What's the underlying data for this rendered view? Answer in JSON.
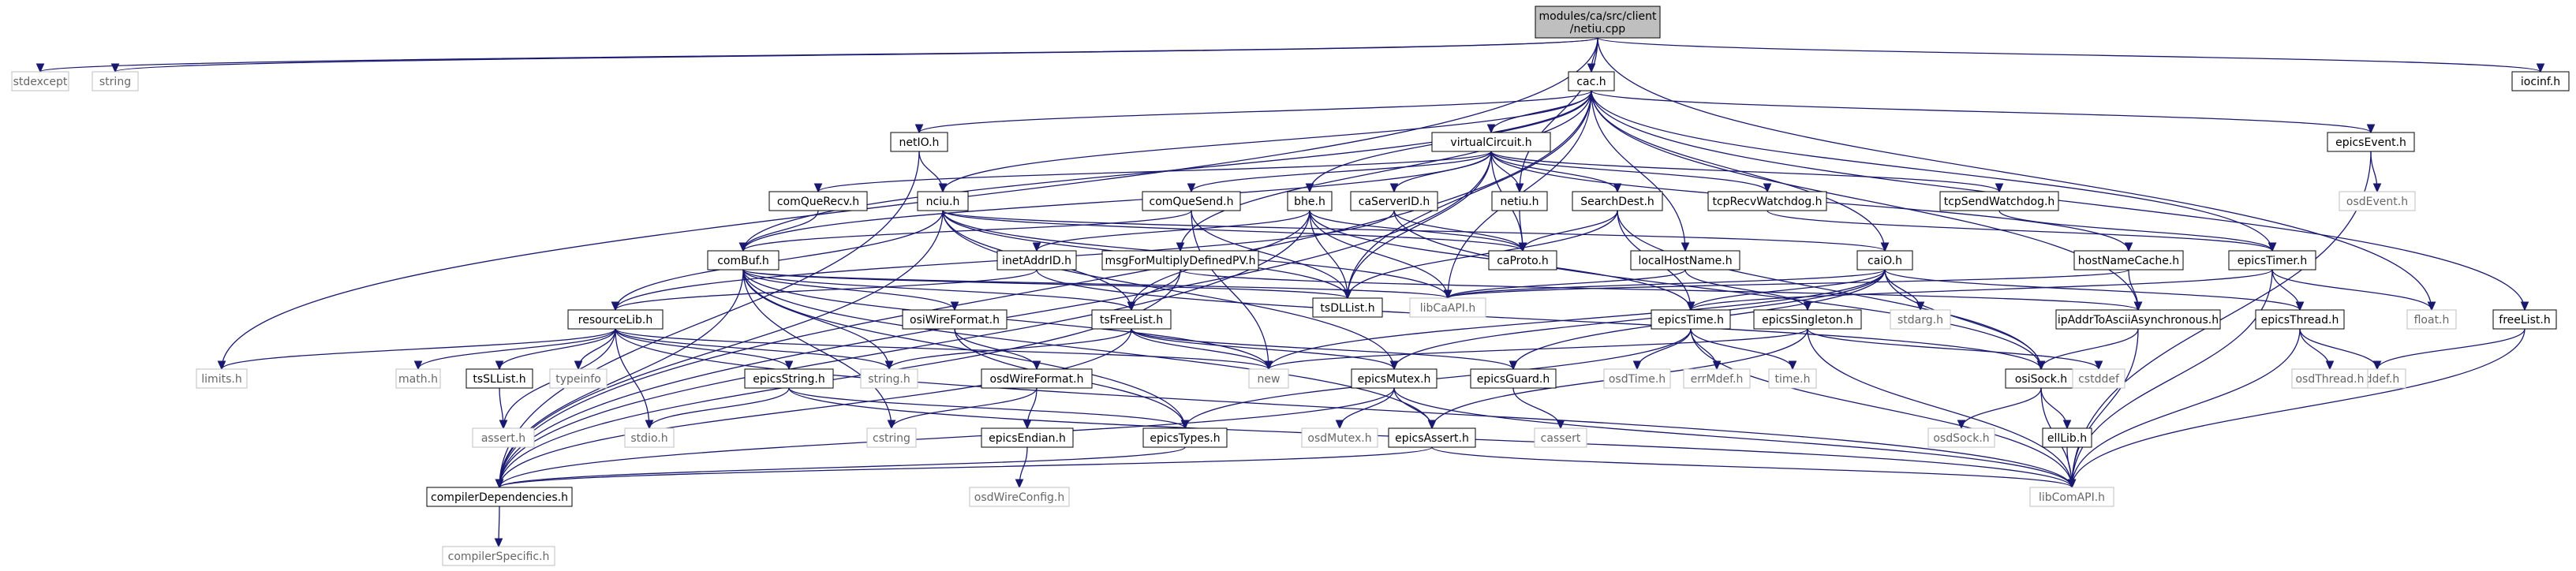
{
  "root": {
    "id": "netiu_cpp",
    "lines": [
      "modules/ca/src/client",
      "/netiu.cpp"
    ]
  },
  "nodes": [
    {
      "id": "netiu_cpp",
      "label": "modules/ca/src/client\n/netiu.cpp"
    },
    {
      "id": "stdexcept",
      "label": "stdexcept"
    },
    {
      "id": "string",
      "label": "string"
    },
    {
      "id": "cac_h",
      "label": "cac.h"
    },
    {
      "id": "iocinf_h",
      "label": "iocinf.h"
    },
    {
      "id": "netIO_h",
      "label": "netIO.h"
    },
    {
      "id": "virtualCircuit_h",
      "label": "virtualCircuit.h"
    },
    {
      "id": "epicsEvent_h",
      "label": "epicsEvent.h"
    },
    {
      "id": "comQueRecv_h",
      "label": "comQueRecv.h"
    },
    {
      "id": "nciu_h",
      "label": "nciu.h"
    },
    {
      "id": "comQueSend_h",
      "label": "comQueSend.h"
    },
    {
      "id": "bhe_h",
      "label": "bhe.h"
    },
    {
      "id": "caServerID_h",
      "label": "caServerID.h"
    },
    {
      "id": "netiu_h",
      "label": "netiu.h"
    },
    {
      "id": "SearchDest_h",
      "label": "SearchDest.h"
    },
    {
      "id": "tcpRecvWatchdog_h",
      "label": "tcpRecvWatchdog.h"
    },
    {
      "id": "tcpSendWatchdog_h",
      "label": "tcpSendWatchdog.h"
    },
    {
      "id": "osdEvent_h",
      "label": "osdEvent.h"
    },
    {
      "id": "comBuf_h",
      "label": "comBuf.h"
    },
    {
      "id": "caProto_h",
      "label": "caProto.h"
    },
    {
      "id": "localHostName_h",
      "label": "localHostName.h"
    },
    {
      "id": "caiO_h",
      "label": "caiO.h"
    },
    {
      "id": "hostNameCache_h",
      "label": "hostNameCache.h"
    },
    {
      "id": "epicsTimer_h",
      "label": "epicsTimer.h"
    },
    {
      "id": "inetAddrID_h",
      "label": "inetAddrID.h"
    },
    {
      "id": "msgForMultiplyDefinedPV_h",
      "label": "msgForMultiplyDefinedPV.h"
    },
    {
      "id": "resourceLib_h",
      "label": "resourceLib.h"
    },
    {
      "id": "osiWireFormat_h",
      "label": "osiWireFormat.h"
    },
    {
      "id": "tsFreeList_h",
      "label": "tsFreeList.h"
    },
    {
      "id": "tsDLList_h",
      "label": "tsDLList.h"
    },
    {
      "id": "libCaAPI_h",
      "label": "libCaAPI.h"
    },
    {
      "id": "epicsSingleton_h",
      "label": "epicsSingleton.h"
    },
    {
      "id": "stdarg_h",
      "label": "stdarg.h"
    },
    {
      "id": "epicsTime_h",
      "label": "epicsTime.h"
    },
    {
      "id": "ipAddrToAsciiAsynchronous_h",
      "label": "ipAddrToAsciiAsynchronous.h"
    },
    {
      "id": "epicsThread_h",
      "label": "epicsThread.h"
    },
    {
      "id": "float_h",
      "label": "float.h"
    },
    {
      "id": "freeList_h",
      "label": "freeList.h"
    },
    {
      "id": "limits_h",
      "label": "limits.h"
    },
    {
      "id": "math_h",
      "label": "math.h"
    },
    {
      "id": "tsSLList_h",
      "label": "tsSLList.h"
    },
    {
      "id": "typeinfo",
      "label": "typeinfo"
    },
    {
      "id": "epicsString_h",
      "label": "epicsString.h"
    },
    {
      "id": "string_h",
      "label": "string.h"
    },
    {
      "id": "new",
      "label": "new"
    },
    {
      "id": "epicsMutex_h",
      "label": "epicsMutex.h"
    },
    {
      "id": "epicsGuard_h",
      "label": "epicsGuard.h"
    },
    {
      "id": "osiSock_h",
      "label": "osiSock.h"
    },
    {
      "id": "cstddef",
      "label": "cstddef"
    },
    {
      "id": "stddef_h",
      "label": "stddef.h"
    },
    {
      "id": "osdThread_h",
      "label": "osdThread.h"
    },
    {
      "id": "osdTime_h",
      "label": "osdTime.h"
    },
    {
      "id": "errMdef_h",
      "label": "errMdef.h"
    },
    {
      "id": "time_h",
      "label": "time.h"
    },
    {
      "id": "assert_h",
      "label": "assert.h"
    },
    {
      "id": "stdio_h",
      "label": "stdio.h"
    },
    {
      "id": "osdWireFormat_h",
      "label": "osdWireFormat.h"
    },
    {
      "id": "cstring",
      "label": "cstring"
    },
    {
      "id": "epicsEndian_h",
      "label": "epicsEndian.h"
    },
    {
      "id": "epicsTypes_h",
      "label": "epicsTypes.h"
    },
    {
      "id": "osdMutex_h",
      "label": "osdMutex.h"
    },
    {
      "id": "epicsAssert_h",
      "label": "epicsAssert.h"
    },
    {
      "id": "cassert",
      "label": "cassert"
    },
    {
      "id": "osdSock_h",
      "label": "osdSock.h"
    },
    {
      "id": "ellLib_h",
      "label": "ellLib.h"
    },
    {
      "id": "compilerDependencies_h",
      "label": "compilerDependencies.h"
    },
    {
      "id": "libComAPI_h",
      "label": "libComAPI.h"
    },
    {
      "id": "osdWireConfig_h",
      "label": "osdWireConfig.h"
    },
    {
      "id": "compilerSpecific_h",
      "label": "compilerSpecific.h"
    }
  ],
  "edges": [
    [
      "netiu_cpp",
      "stdexcept"
    ],
    [
      "netiu_cpp",
      "string"
    ],
    [
      "netiu_cpp",
      "cac_h"
    ],
    [
      "netiu_cpp",
      "iocinf_h"
    ],
    [
      "netiu_cpp",
      "limits_h"
    ],
    [
      "netiu_cpp",
      "netiu_h"
    ],
    [
      "netiu_cpp",
      "float_h"
    ],
    [
      "cac_h",
      "netIO_h"
    ],
    [
      "cac_h",
      "virtualCircuit_h"
    ],
    [
      "cac_h",
      "epicsEvent_h"
    ],
    [
      "cac_h",
      "nciu_h"
    ],
    [
      "cac_h",
      "bhe_h"
    ],
    [
      "cac_h",
      "localHostName_h"
    ],
    [
      "cac_h",
      "caiO_h"
    ],
    [
      "cac_h",
      "epicsTimer_h"
    ],
    [
      "cac_h",
      "freeList_h"
    ],
    [
      "cac_h",
      "comBuf_h"
    ],
    [
      "cac_h",
      "ipAddrToAsciiAsynchronous_h"
    ],
    [
      "cac_h",
      "msgForMultiplyDefinedPV_h"
    ],
    [
      "cac_h",
      "libCaAPI_h"
    ],
    [
      "cac_h",
      "compilerDependencies_h"
    ],
    [
      "cac_h",
      "tsDLList_h"
    ],
    [
      "netIO_h",
      "nciu_h"
    ],
    [
      "netIO_h",
      "compilerDependencies_h"
    ],
    [
      "virtualCircuit_h",
      "comQueRecv_h"
    ],
    [
      "virtualCircuit_h",
      "comQueSend_h"
    ],
    [
      "virtualCircuit_h",
      "caServerID_h"
    ],
    [
      "virtualCircuit_h",
      "netiu_h"
    ],
    [
      "virtualCircuit_h",
      "SearchDest_h"
    ],
    [
      "virtualCircuit_h",
      "tcpRecvWatchdog_h"
    ],
    [
      "virtualCircuit_h",
      "tcpSendWatchdog_h"
    ],
    [
      "virtualCircuit_h",
      "comBuf_h"
    ],
    [
      "virtualCircuit_h",
      "caProto_h"
    ],
    [
      "virtualCircuit_h",
      "hostNameCache_h"
    ],
    [
      "virtualCircuit_h",
      "compilerDependencies_h"
    ],
    [
      "virtualCircuit_h",
      "tsDLList_h"
    ],
    [
      "epicsEvent_h",
      "osdEvent_h"
    ],
    [
      "epicsEvent_h",
      "libComAPI_h"
    ],
    [
      "comQueRecv_h",
      "comBuf_h"
    ],
    [
      "nciu_h",
      "resourceLib_h"
    ],
    [
      "nciu_h",
      "tsDLList_h"
    ],
    [
      "nciu_h",
      "tsFreeList_h"
    ],
    [
      "nciu_h",
      "caProto_h"
    ],
    [
      "nciu_h",
      "libCaAPI_h"
    ],
    [
      "nciu_h",
      "caiO_h"
    ],
    [
      "nciu_h",
      "compilerDependencies_h"
    ],
    [
      "nciu_h",
      "epicsMutex_h"
    ],
    [
      "comQueSend_h",
      "comBuf_h"
    ],
    [
      "comQueSend_h",
      "tsDLList_h"
    ],
    [
      "comQueSend_h",
      "new"
    ],
    [
      "bhe_h",
      "tsDLList_h"
    ],
    [
      "bhe_h",
      "tsFreeList_h"
    ],
    [
      "bhe_h",
      "caProto_h"
    ],
    [
      "bhe_h",
      "libCaAPI_h"
    ],
    [
      "bhe_h",
      "inetAddrID_h"
    ],
    [
      "bhe_h",
      "epicsTime_h"
    ],
    [
      "bhe_h",
      "compilerDependencies_h"
    ],
    [
      "caServerID_h",
      "caProto_h"
    ],
    [
      "caServerID_h",
      "osiSock_h"
    ],
    [
      "caServerID_h",
      "resourceLib_h"
    ],
    [
      "netiu_h",
      "caProto_h"
    ],
    [
      "SearchDest_h",
      "caProto_h"
    ],
    [
      "SearchDest_h",
      "tsDLList_h"
    ],
    [
      "SearchDest_h",
      "epicsTime_h"
    ],
    [
      "SearchDest_h",
      "osiSock_h"
    ],
    [
      "tcpRecvWatchdog_h",
      "epicsTimer_h"
    ],
    [
      "tcpSendWatchdog_h",
      "epicsTimer_h"
    ],
    [
      "comBuf_h",
      "string_h"
    ],
    [
      "comBuf_h",
      "cstring"
    ],
    [
      "comBuf_h",
      "osiWireFormat_h"
    ],
    [
      "comBuf_h",
      "tsFreeList_h"
    ],
    [
      "comBuf_h",
      "libCaAPI_h"
    ],
    [
      "comBuf_h",
      "epicsTypes_h"
    ],
    [
      "comBuf_h",
      "compilerDependencies_h"
    ],
    [
      "comBuf_h",
      "epicsAssert_h"
    ],
    [
      "comBuf_h",
      "new"
    ],
    [
      "comBuf_h",
      "tsDLList_h"
    ],
    [
      "localHostName_h",
      "epicsSingleton_h"
    ],
    [
      "localHostName_h",
      "libCaAPI_h"
    ],
    [
      "caiO_h",
      "stdarg_h"
    ],
    [
      "caiO_h",
      "libCaAPI_h"
    ],
    [
      "caiO_h",
      "epicsTime_h"
    ],
    [
      "caiO_h",
      "epicsThread_h"
    ],
    [
      "caiO_h",
      "epicsGuard_h"
    ],
    [
      "caiO_h",
      "epicsMutex_h"
    ],
    [
      "caiO_h",
      "new"
    ],
    [
      "caiO_h",
      "osiSock_h"
    ],
    [
      "hostNameCache_h",
      "ipAddrToAsciiAsynchronous_h"
    ],
    [
      "hostNameCache_h",
      "libCaAPI_h"
    ],
    [
      "epicsTimer_h",
      "epicsTime_h"
    ],
    [
      "epicsTimer_h",
      "epicsThread_h"
    ],
    [
      "epicsTimer_h",
      "float_h"
    ],
    [
      "epicsTimer_h",
      "libComAPI_h"
    ],
    [
      "inetAddrID_h",
      "resourceLib_h"
    ],
    [
      "inetAddrID_h",
      "osiSock_h"
    ],
    [
      "msgForMultiplyDefinedPV_h",
      "ipAddrToAsciiAsynchronous_h"
    ],
    [
      "msgForMultiplyDefinedPV_h",
      "tsFreeList_h"
    ],
    [
      "msgForMultiplyDefinedPV_h",
      "compilerDependencies_h"
    ],
    [
      "resourceLib_h",
      "limits_h"
    ],
    [
      "resourceLib_h",
      "math_h"
    ],
    [
      "resourceLib_h",
      "tsSLList_h"
    ],
    [
      "resourceLib_h",
      "typeinfo"
    ],
    [
      "resourceLib_h",
      "epicsString_h"
    ],
    [
      "resourceLib_h",
      "string_h"
    ],
    [
      "resourceLib_h",
      "new"
    ],
    [
      "resourceLib_h",
      "assert_h"
    ],
    [
      "resourceLib_h",
      "stdio_h"
    ],
    [
      "resourceLib_h",
      "libComAPI_h"
    ],
    [
      "osiWireFormat_h",
      "osdWireFormat_h"
    ],
    [
      "osiWireFormat_h",
      "epicsTypes_h"
    ],
    [
      "tsFreeList_h",
      "string_h"
    ],
    [
      "tsFreeList_h",
      "new"
    ],
    [
      "tsFreeList_h",
      "epicsMutex_h"
    ],
    [
      "tsFreeList_h",
      "epicsGuard_h"
    ],
    [
      "tsFreeList_h",
      "compilerDependencies_h"
    ],
    [
      "epicsSingleton_h",
      "new"
    ],
    [
      "epicsSingleton_h",
      "cstddef"
    ],
    [
      "epicsSingleton_h",
      "epicsAssert_h"
    ],
    [
      "epicsSingleton_h",
      "libComAPI_h"
    ],
    [
      "epicsTime_h",
      "osdTime_h"
    ],
    [
      "epicsTime_h",
      "errMdef_h"
    ],
    [
      "epicsTime_h",
      "time_h"
    ],
    [
      "epicsTime_h",
      "epicsTypes_h"
    ],
    [
      "epicsTime_h",
      "libComAPI_h"
    ],
    [
      "ipAddrToAsciiAsynchronous_h",
      "osiSock_h"
    ],
    [
      "ipAddrToAsciiAsynchronous_h",
      "libComAPI_h"
    ],
    [
      "epicsThread_h",
      "stddef_h"
    ],
    [
      "epicsThread_h",
      "osdThread_h"
    ],
    [
      "epicsThread_h",
      "libComAPI_h"
    ],
    [
      "freeList_h",
      "stddef_h"
    ],
    [
      "freeList_h",
      "libComAPI_h"
    ],
    [
      "tsSLList_h",
      "assert_h"
    ],
    [
      "epicsString_h",
      "stdio_h"
    ],
    [
      "epicsString_h",
      "epicsTypes_h"
    ],
    [
      "epicsString_h",
      "libComAPI_h"
    ],
    [
      "epicsMutex_h",
      "osdMutex_h"
    ],
    [
      "epicsMutex_h",
      "epicsAssert_h"
    ],
    [
      "epicsMutex_h",
      "libComAPI_h"
    ],
    [
      "epicsMutex_h",
      "compilerDependencies_h"
    ],
    [
      "epicsGuard_h",
      "cassert"
    ],
    [
      "osiSock_h",
      "osdSock_h"
    ],
    [
      "osiSock_h",
      "ellLib_h"
    ],
    [
      "osiSock_h",
      "libComAPI_h"
    ],
    [
      "osdWireFormat_h",
      "cstring"
    ],
    [
      "osdWireFormat_h",
      "epicsEndian_h"
    ],
    [
      "epicsEndian_h",
      "osdWireConfig_h"
    ],
    [
      "epicsTypes_h",
      "compilerDependencies_h"
    ],
    [
      "epicsAssert_h",
      "compilerDependencies_h"
    ],
    [
      "epicsAssert_h",
      "libComAPI_h"
    ],
    [
      "ellLib_h",
      "libComAPI_h"
    ],
    [
      "compilerDependencies_h",
      "compilerSpecific_h"
    ]
  ],
  "colors": {
    "edge": "#191970",
    "node_border": "#000000",
    "external_border": "#bfbfbf",
    "external_text": "#666666",
    "root_fill": "#bfbfbf",
    "node_text": "#000000"
  }
}
